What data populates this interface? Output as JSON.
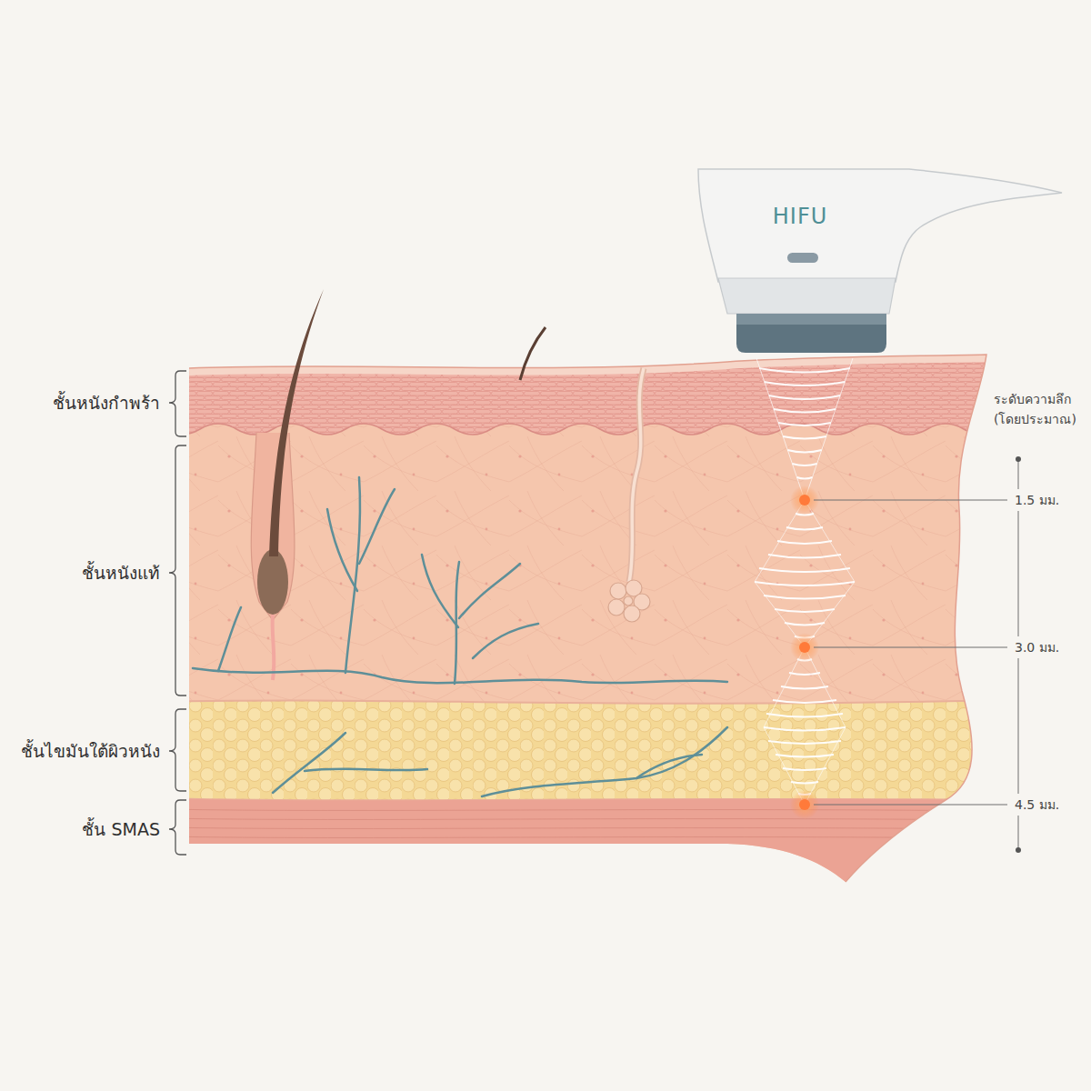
{
  "diagram": {
    "nodes": [
      {
        "text": [
          "HIFU"
        ]
      }
    ],
    "labels": [
      "ชั้นหนังกำพร้า",
      "ชั้นหนังแท้",
      "ชั้นไขมันใต้ผิวหนัง",
      "ชั้น SMAS",
      "ระดับความลึก (โดยประมาณ)",
      "1.5 มม.",
      "3.0 มม.",
      "4.5 มม."
    ]
  }
}
